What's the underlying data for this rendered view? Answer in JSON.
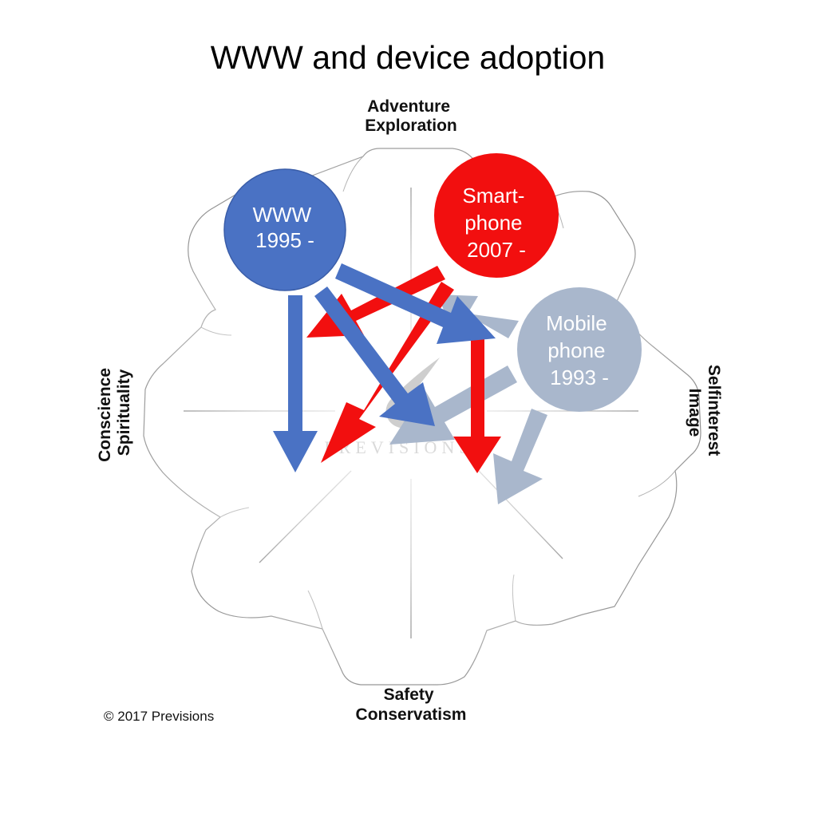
{
  "title": "WWW and device adoption",
  "axes": {
    "top": [
      "Adventure",
      "Exploration"
    ],
    "bottom": [
      "Safety",
      "Conservatism"
    ],
    "left": [
      "Conscience",
      "Spirituality"
    ],
    "right": [
      "Selfinterest",
      "Image"
    ]
  },
  "nodes": [
    {
      "id": "www",
      "lines": [
        "WWW",
        "1995 -"
      ],
      "color": "#4a72c4"
    },
    {
      "id": "smartphone",
      "lines": [
        "Smart-",
        "phone",
        "2007 -"
      ],
      "color": "#f20f0f"
    },
    {
      "id": "mobile",
      "lines": [
        "Mobile",
        "phone",
        "1993 -"
      ],
      "color": "#a9b7cc"
    }
  ],
  "watermark": "PREVISIONS",
  "copyright": "© 2017 Previsions"
}
